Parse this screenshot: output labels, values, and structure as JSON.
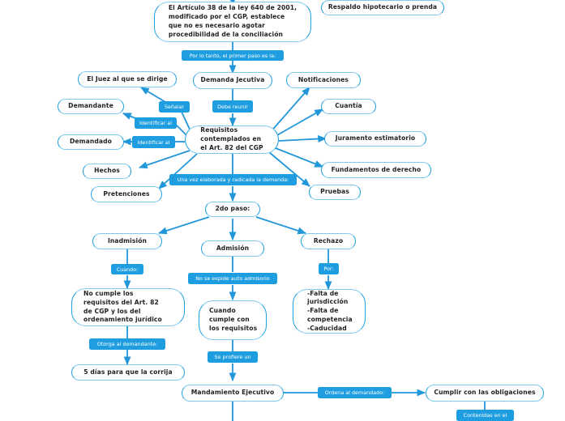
{
  "diagram": {
    "title": "Mapa conceptual - Demanda Ejecutiva (Art. 82 CGP)",
    "colors": {
      "node_border_dark": "#1e9ee0",
      "node_border_light": "#7ec9ee",
      "badge_fill": "#1e9ee0",
      "edge": "#2196d9",
      "node_fill": "#ffffff",
      "text": "#231f20",
      "badge_text": "#ffffff",
      "background": "#ffffff"
    },
    "nodes": {
      "articulo_38": "El Artículo 38 de la ley 640 de 2001, modificado por el CGP, establece que no es necesario agotar procedibilidad de la conciliación",
      "respaldo": "Respaldo hipotecario o prenda",
      "juez": "El Juez al que se dirige",
      "demanda_ejecutiva": "Demanda Jecutiva",
      "notificaciones": "Notificaciones",
      "demandante": "Demandante",
      "cuantia": "Cuantía",
      "requisitos": "Requisitos contemplados en el Art. 82 del CGP",
      "juramento": "Juramento estimatorio",
      "demandado": "Demandado",
      "fundamentos": "Fundamentos de derecho",
      "hechos": "Hechos",
      "pruebas": "Pruebas",
      "pretenciones": "Pretenciones",
      "segundo_paso": "2do paso:",
      "inadmision": "Inadmisión",
      "admision": "Admisión",
      "rechazo": "Rechazo",
      "no_cumple": "No cumple los requisitos del Art. 82 de CGP y los del ordenamiento jurídico",
      "cuando_cumple": "Cuando cumple con los requisitos",
      "causales_rechazo": "-Falta de jurisdicción -Falta de competencia -Caducidad",
      "cinco_dias": "5 días para que la corrija",
      "mandamiento": "Mandamiento Ejecutivo",
      "cumplir": "Cumplir con las obligaciones"
    },
    "node_lines": {
      "articulo_38": [
        "El Artículo 38 de la ley 640 de 2001,",
        "modificado por el CGP, establece",
        "que no es necesario agotar",
        "procedibilidad de la conciliación"
      ],
      "requisitos": [
        "Requisitos",
        "contemplados en",
        "el Art. 82 del CGP"
      ],
      "no_cumple": [
        "No cumple los",
        "requisitos del Art. 82",
        "de CGP y los del",
        "ordenamiento jurídico"
      ],
      "cuando_cumple": [
        "Cuando",
        "cumple con",
        "los requisitos"
      ],
      "causales_rechazo": [
        "-Falta de",
        "jurisdicción",
        "-Falta de",
        "competencia",
        "-Caducidad"
      ]
    },
    "badges": {
      "por_lo_tanto": "Por lo tanto, el primer paso es la:",
      "debe_reunir": "Debe reunir",
      "senalar": "Señalar",
      "identificar_al_1": "Identificar al",
      "identificar_al_2": "Identificar al",
      "una_vez": "Una vez elaborada y radicada la demanda:",
      "cuando": "Cuando:",
      "no_se_expide": "No se expide auto admisorio",
      "por": "Por:",
      "otorga": "Otorga al demandante:",
      "se_profiere": "Se profiere un",
      "ordena": "Ordena al demandado:",
      "contenidas": "Contenidas en el"
    }
  }
}
